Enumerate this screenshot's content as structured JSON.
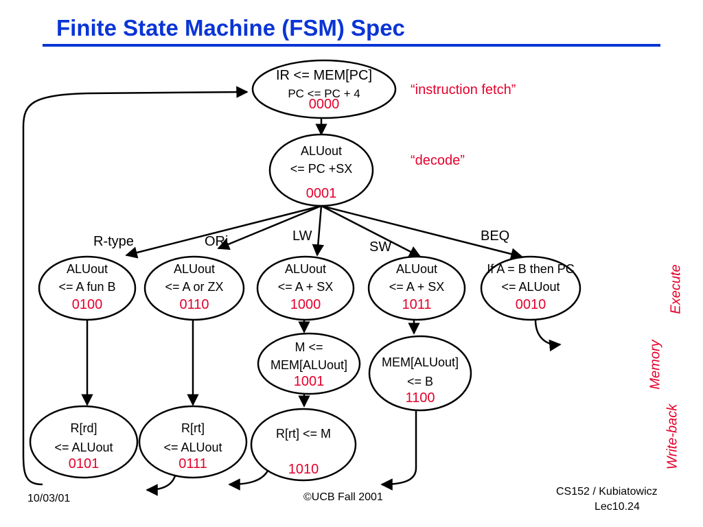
{
  "title": "Finite State Machine (FSM) Spec",
  "annotations": {
    "fetch": "“instruction fetch”",
    "decode": "“decode”"
  },
  "phases": {
    "execute": "Execute",
    "memory": "Memory",
    "writeback": "Write-back"
  },
  "edge_labels": {
    "rtype": "R-type",
    "ori": "ORi",
    "lw": "LW",
    "sw": "SW",
    "beq": "BEQ"
  },
  "states": {
    "fetch": {
      "lines": [
        "IR <= MEM[PC]",
        "PC <= PC + 4"
      ],
      "code": "0000"
    },
    "decode": {
      "lines": [
        "ALUout",
        "<= PC +SX"
      ],
      "code": "0001"
    },
    "rtype_exec": {
      "lines": [
        "ALUout",
        "<= A fun B"
      ],
      "code": "0100"
    },
    "ori_exec": {
      "lines": [
        "ALUout",
        "<= A or ZX"
      ],
      "code": "0110"
    },
    "lw_exec": {
      "lines": [
        "ALUout",
        "<= A + SX"
      ],
      "code": "1000"
    },
    "sw_exec": {
      "lines": [
        "ALUout",
        "<= A + SX"
      ],
      "code": "1011"
    },
    "beq_exec": {
      "lines": [
        "If A = B then PC",
        "<= ALUout"
      ],
      "code": "0010"
    },
    "lw_mem": {
      "lines": [
        "M <=",
        "MEM[ALUout]"
      ],
      "code": "1001"
    },
    "sw_mem": {
      "lines": [
        "MEM[ALUout]",
        "<= B"
      ],
      "code": "1100"
    },
    "rtype_wb": {
      "lines": [
        "R[rd]",
        "<= ALUout"
      ],
      "code": "0101"
    },
    "ori_wb": {
      "lines": [
        "R[rt]",
        "<= ALUout"
      ],
      "code": "0111"
    },
    "lw_wb": {
      "lines": [
        "R[rt] <= M"
      ],
      "code": "1010"
    }
  },
  "footer": {
    "date": "10/03/01",
    "copyright": "©UCB Fall 2001",
    "course": "CS152 / Kubiatowicz",
    "lecture": "Lec10.24"
  },
  "colors": {
    "title": "#0a35d6",
    "accent": "#e4002b",
    "ink": "#000000"
  }
}
